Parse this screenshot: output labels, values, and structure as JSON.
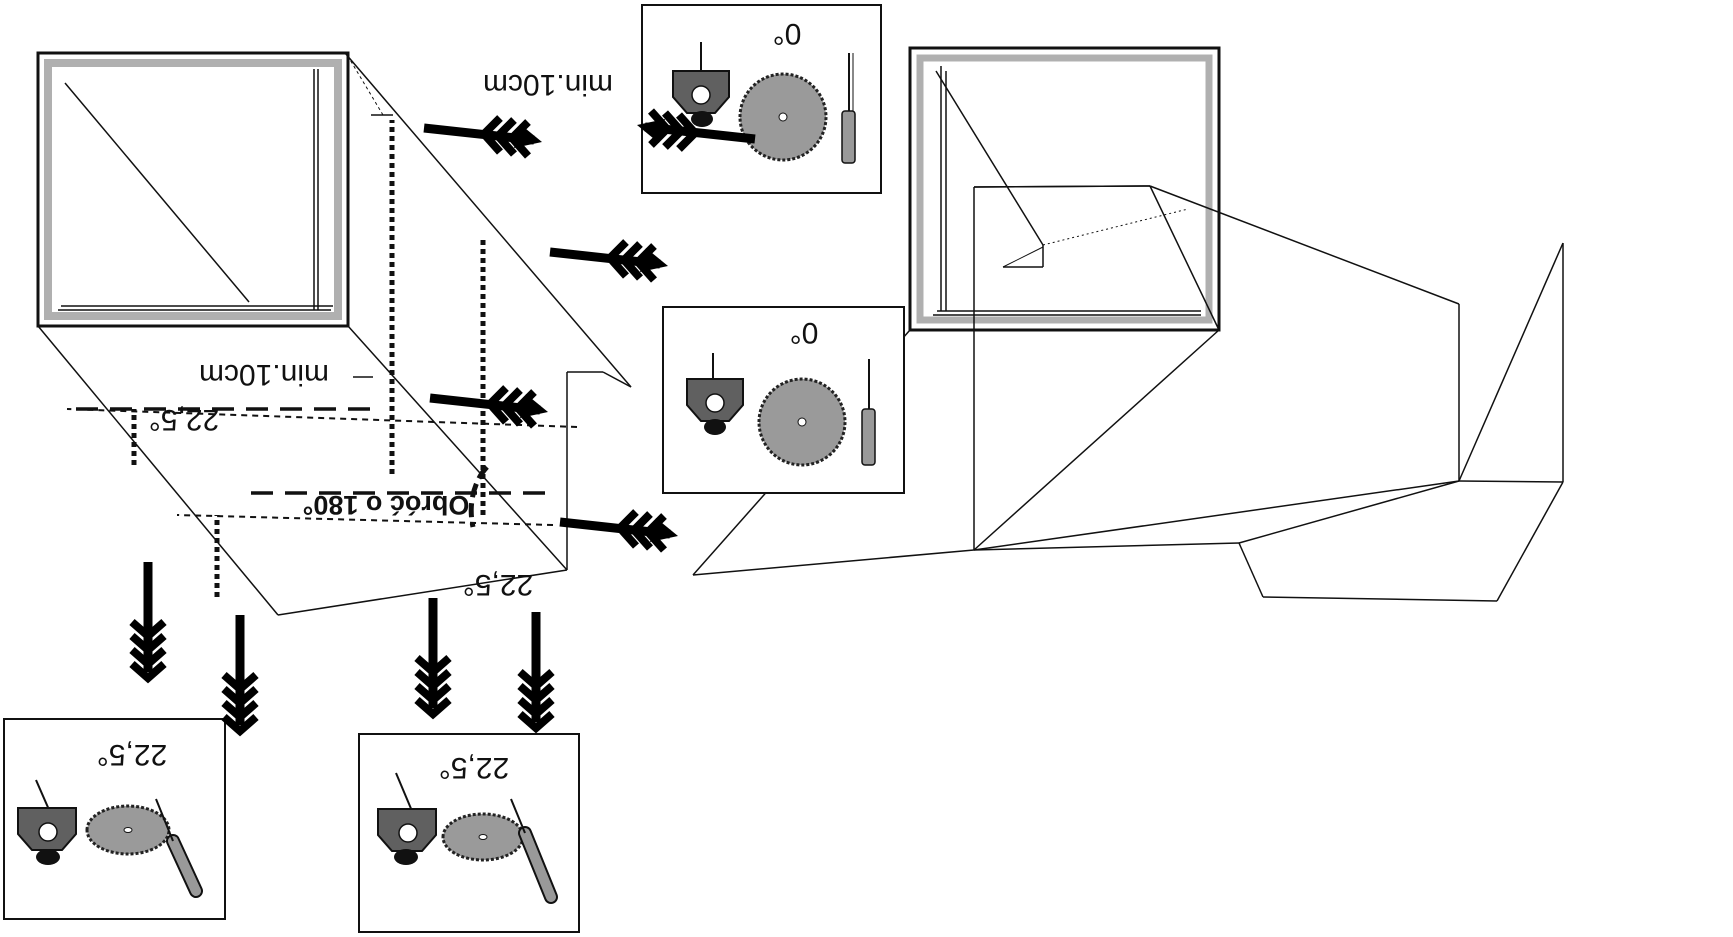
{
  "labels": {
    "min_top": "min.10cm",
    "min_mid": "min.10cm",
    "angle_left": "22,5°",
    "angle_right": "22,5°",
    "rotate": "Obróć o 180°"
  },
  "tool_boxes": [
    {
      "angle": "0°"
    },
    {
      "angle": "0°"
    },
    {
      "angle": "22,5°"
    },
    {
      "angle": "22,5°"
    }
  ],
  "icons": [
    "router-icon",
    "saw-blade-icon",
    "knife-icon",
    "arrow-icon"
  ],
  "colors": {
    "line": "#111111",
    "frame": "#b0b0b0",
    "tool_body": "#606060",
    "blade": "#9a9a9a"
  }
}
